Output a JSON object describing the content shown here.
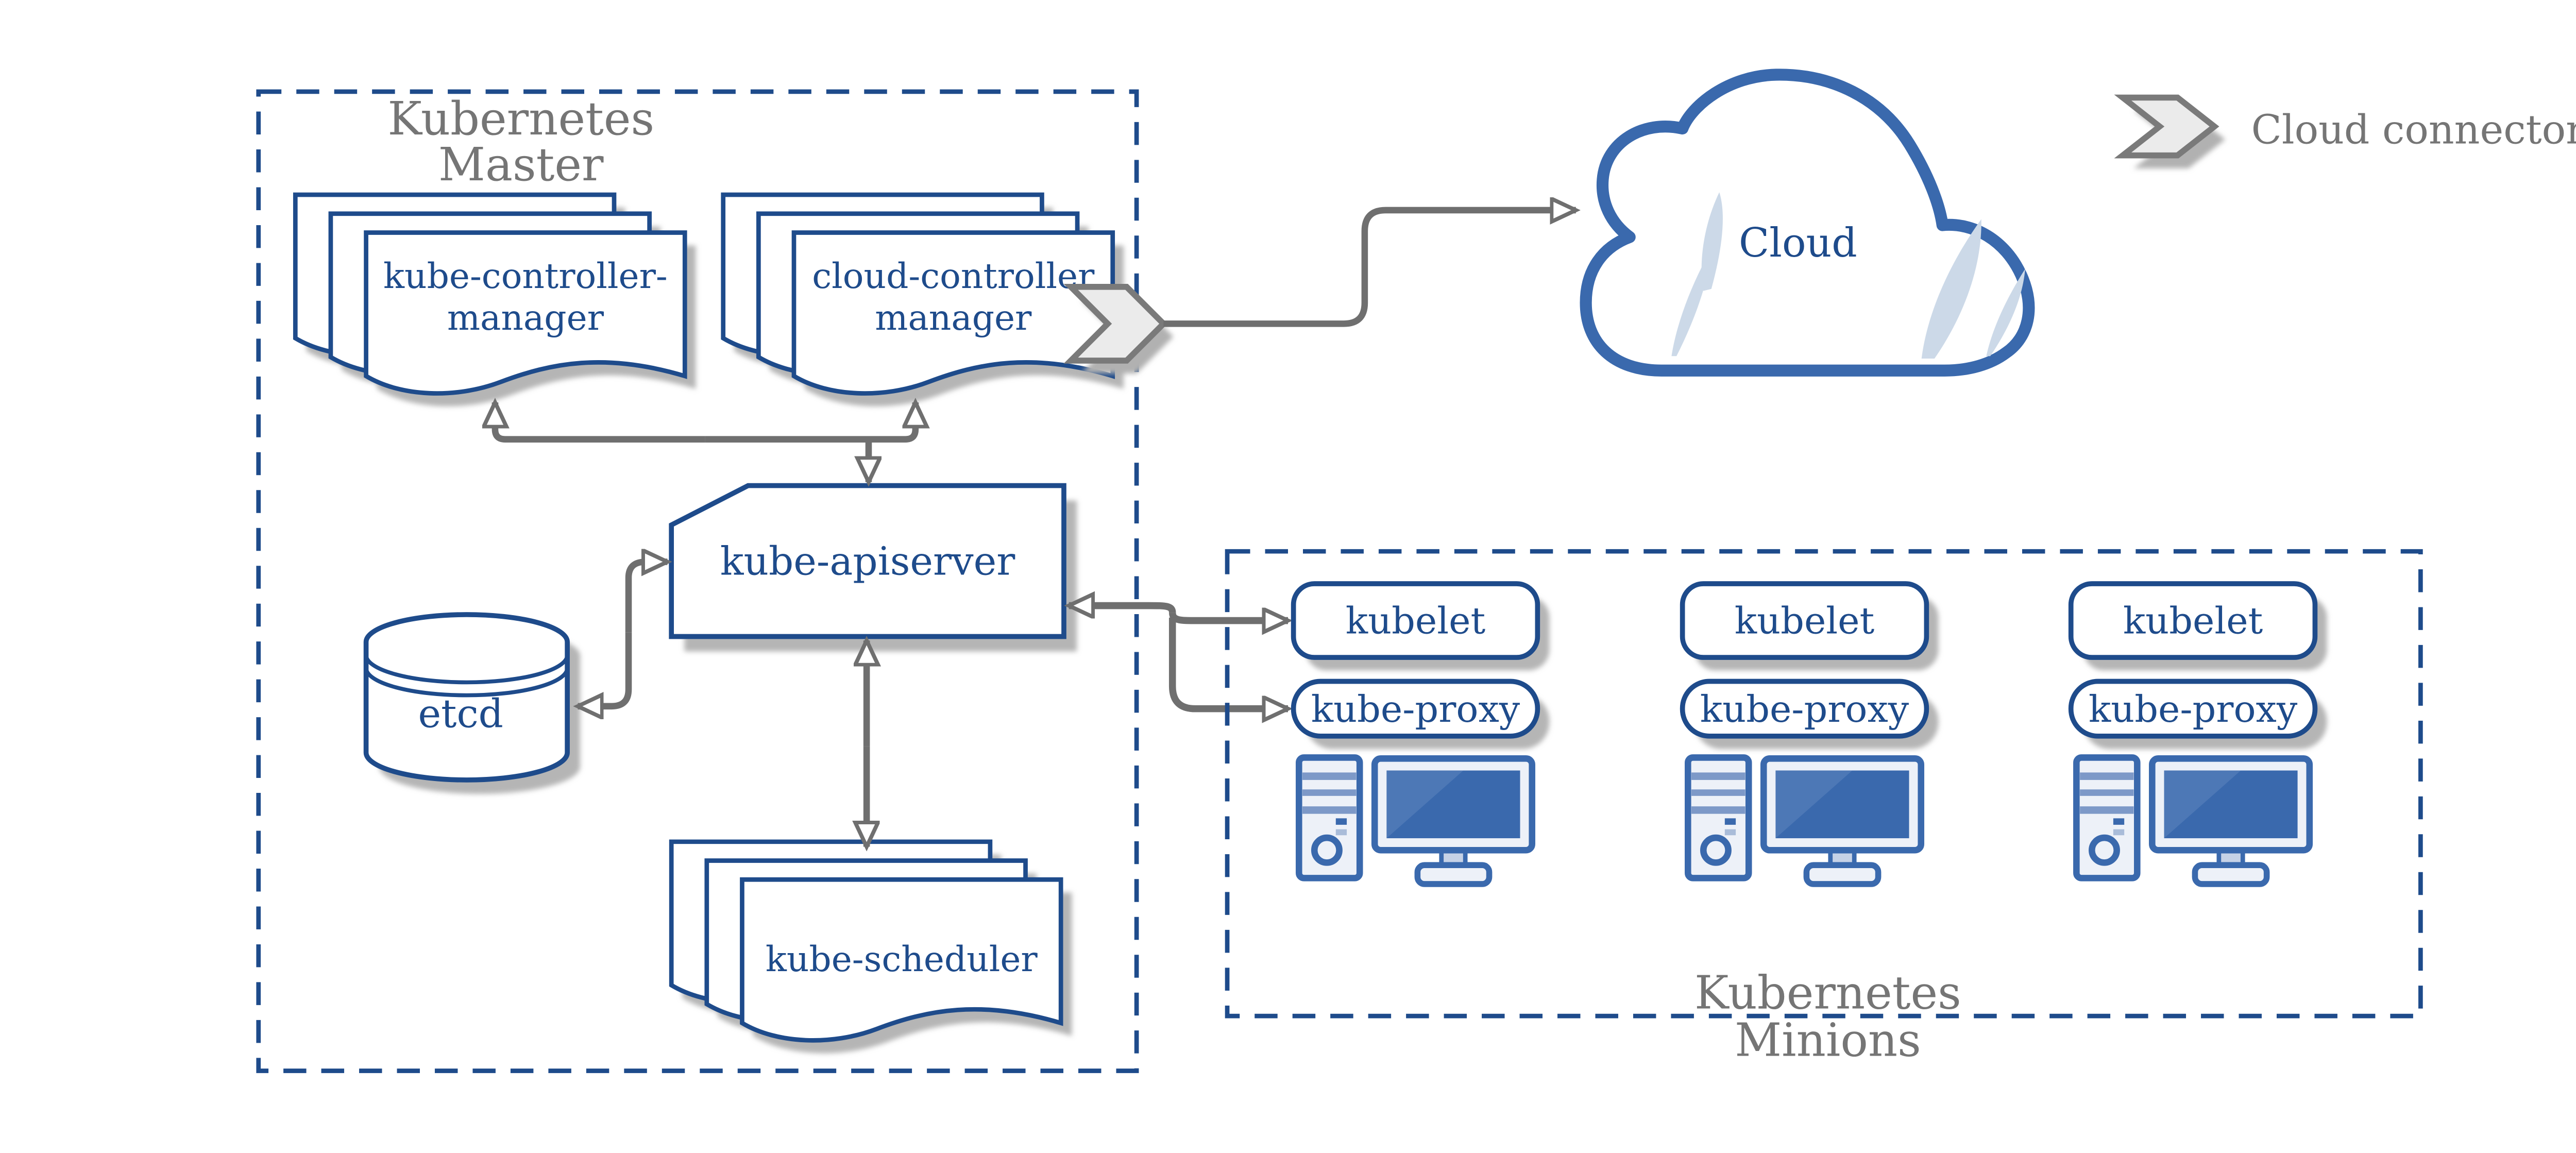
{
  "master": {
    "label_line1": "Kubernetes",
    "label_line2": "Master",
    "kcm_line1": "kube-controller-",
    "kcm_line2": "manager",
    "ccm_line1": "cloud-controller",
    "ccm_line2": "manager",
    "apiserver": "kube-apiserver",
    "etcd": "etcd",
    "scheduler": "kube-scheduler"
  },
  "cloud": {
    "label": "Cloud"
  },
  "legend": {
    "label": "Cloud connector"
  },
  "minions": {
    "label_line1": "Kubernetes",
    "label_line2": "Minions",
    "nodes": [
      {
        "kubelet": "kubelet",
        "kube_proxy": "kube-proxy"
      },
      {
        "kubelet": "kubelet",
        "kube_proxy": "kube-proxy"
      },
      {
        "kubelet": "kubelet",
        "kube_proxy": "kube-proxy"
      }
    ]
  },
  "colors": {
    "navy": "#1e4b8b",
    "label_gray": "#757575",
    "arrow_gray": "#6f6f6f",
    "shadow_gray": "#b5b5b5",
    "cloud_glare": "#ccd9e8",
    "chevron_fill": "#ebebeb",
    "computer_blue": "#3a69ad",
    "computer_stripe": "#7d99c8",
    "computer_fill": "#edf1f8",
    "screen_highlight": "#4d78b6"
  }
}
